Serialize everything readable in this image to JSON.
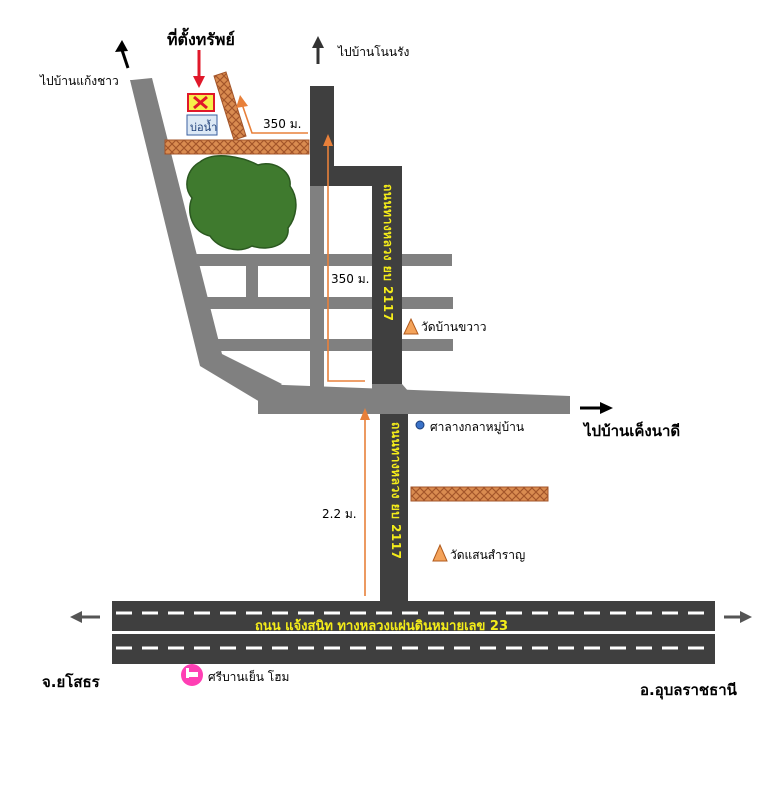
{
  "title": "ที่ตั้งทรัพย์",
  "pond_label": "บ่อน้ำ",
  "directions": {
    "north_left": "ไปบ้านแก้งชาว",
    "north_right": "ไปบ้านโนนรัง",
    "east": "ไปบ้านเค็งนาดี",
    "west_city": "จ.ยโสธร",
    "east_city": "อ.อุบลราชธานี"
  },
  "roads": {
    "highway_upper": "ถนนทางหลวง ยบ 2117",
    "highway_lower": "ถนนทางหลวง ยบ 2117",
    "main_road": "ถนน แจ้งสนิท   ทางหลวงแผ่นดินหมายเลข 23"
  },
  "distances": {
    "to_property": "350 ม.",
    "upper_segment": "350 ม.",
    "lower_segment": "2.2 ม."
  },
  "landmarks": {
    "temple_1": "วัดบ้านขวาว",
    "temple_2": "วัดแสนสำราญ",
    "village_hall": "ศาลางกลาหมู่บ้าน",
    "hotel": "ศรีบานเย็น โฮม"
  },
  "colors": {
    "road": "#808080",
    "road_dark": "#3f3f3f",
    "dirt_road": "#d98b50",
    "forest": "#3f7a2e",
    "route_arrow": "#e8803a",
    "pointer": "#e0182a",
    "road_text": "#f4ec1a",
    "hotel": "#ff3fb4",
    "hall_dot": "#3a72c8"
  }
}
